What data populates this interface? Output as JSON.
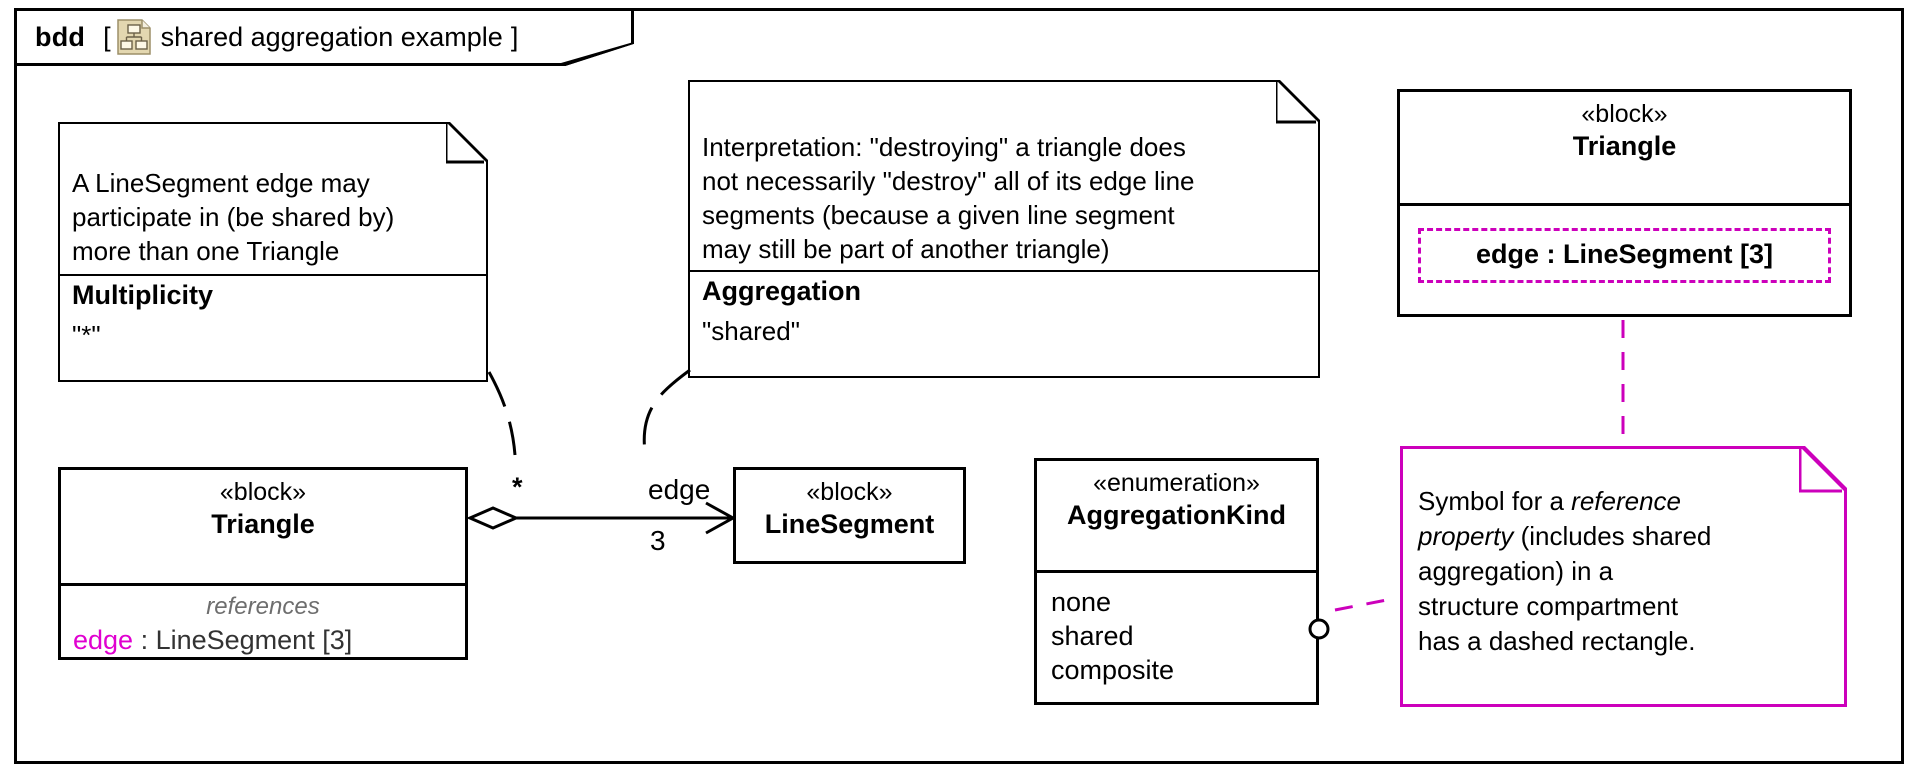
{
  "diagram": {
    "kind": "bdd",
    "bracket_open": "[",
    "bracket_close": "]",
    "name": "shared aggregation example",
    "icon": "bdd-block-definition-icon"
  },
  "notes": {
    "multiplicity_note": {
      "text": "A LineSegment edge may\nparticipate in (be shared by)\nmore than one Triangle",
      "title": "Multiplicity",
      "value": "\"*\""
    },
    "aggregation_note": {
      "text": "Interpretation: \"destroying\" a triangle does\nnot necessarily \"destroy\" all of its edge line\nsegments (because a given line segment\nmay still be part of another triangle)",
      "title": "Aggregation",
      "value": "\"shared\""
    },
    "reference_property_note": {
      "line1_pre": "Symbol for a ",
      "line1_italic": "reference",
      "line2_italic": "property",
      "line2_post": " (includes shared",
      "line3": "aggregation) in a",
      "line4": "structure compartment",
      "line5": "has a dashed rectangle.",
      "border_color": "#cc00bb"
    }
  },
  "blocks": {
    "triangle_top": {
      "stereotype": "«block»",
      "name": "Triangle",
      "reference_property": "edge : LineSegment [3]",
      "dashed_color": "#cc00bb"
    },
    "triangle_bottom": {
      "stereotype": "«block»",
      "name": "Triangle",
      "compartment_label": "references",
      "property_name": "edge",
      "property_rest": " : LineSegment [3]",
      "property_name_color": "#e000d0"
    },
    "line_segment": {
      "stereotype": "«block»",
      "name": "LineSegment"
    },
    "aggregation_kind": {
      "stereotype": "«enumeration»",
      "name": "AggregationKind",
      "literals": [
        "none",
        "shared",
        "composite"
      ]
    }
  },
  "association": {
    "source_multiplicity": "*",
    "end_name": "edge",
    "target_multiplicity": "3",
    "source_adornment": "hollow-diamond",
    "target_adornment": "open-arrow"
  }
}
